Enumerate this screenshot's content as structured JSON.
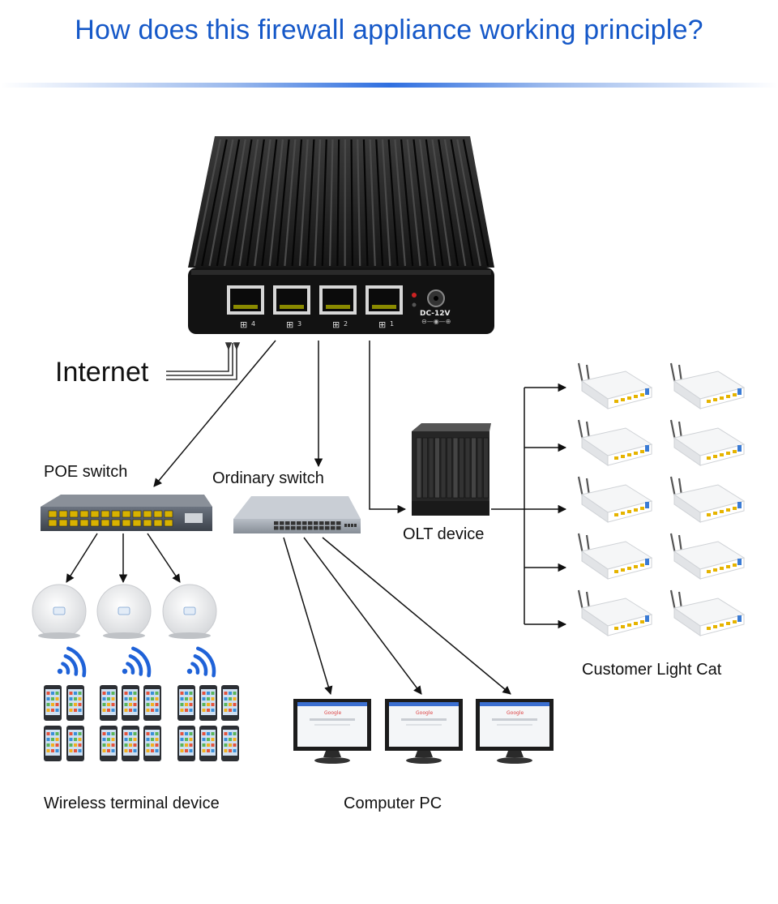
{
  "title": "How does this firewall appliance working principle?",
  "colors": {
    "title": "#1558c8",
    "wifi": "#1f62d8"
  },
  "firewall": {
    "power_label": "DC-12V",
    "ports": [
      {
        "label": "4"
      },
      {
        "label": "3"
      },
      {
        "label": "2"
      },
      {
        "label": "1"
      }
    ]
  },
  "labels": {
    "internet": "Internet",
    "poe_switch": "POE switch",
    "ordinary_switch": "Ordinary switch",
    "olt_device": "OLT device",
    "wireless_terminal": "Wireless terminal device",
    "computer_pc": "Computer PC",
    "customer_light_cat": "Customer Light Cat"
  },
  "monitor_screen_text": "Google"
}
